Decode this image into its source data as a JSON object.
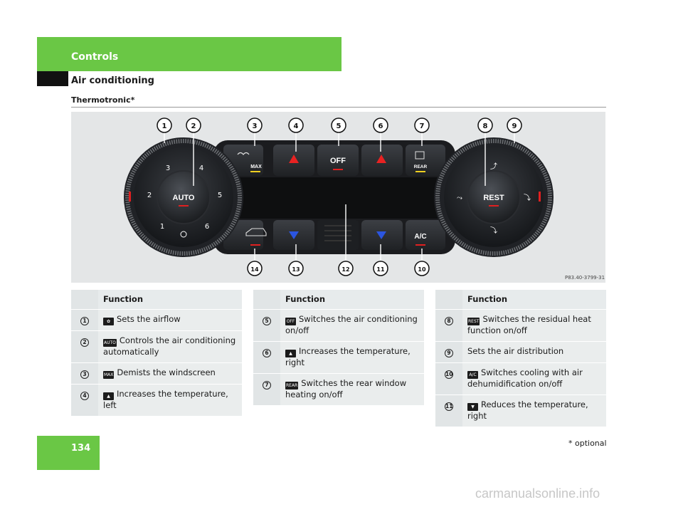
{
  "header": {
    "chapter": "Controls",
    "section": "Air conditioning",
    "subsection": "Thermotronic*"
  },
  "figure": {
    "reference": "P83.40-3799-31",
    "callouts": [
      "1",
      "2",
      "3",
      "4",
      "5",
      "6",
      "7",
      "8",
      "9",
      "10",
      "11",
      "12",
      "13",
      "14"
    ],
    "left_dial": {
      "center_label": "AUTO",
      "numbers": [
        "1",
        "2",
        "3",
        "4",
        "5",
        "6"
      ]
    },
    "right_dial": {
      "center_label": "REST"
    },
    "buttons": {
      "max": "MAX",
      "off": "OFF",
      "rear": "REAR",
      "ac": "A/C"
    },
    "colors": {
      "indicator_red": "#e02020",
      "indicator_yellow": "#f0d020",
      "arrow_red": "#e82222",
      "arrow_blue": "#2b55e0"
    }
  },
  "tables": [
    {
      "header": "Function",
      "rows": [
        {
          "num": "1",
          "key": "fan",
          "text": "Sets the airflow"
        },
        {
          "num": "2",
          "key": "AUTO",
          "text": "Controls the air conditioning automatically"
        },
        {
          "num": "3",
          "key": "MAX",
          "text": "Demists the windscreen"
        },
        {
          "num": "4",
          "key": "▲",
          "text": "Increases the temperature, left"
        }
      ]
    },
    {
      "header": "Function",
      "rows": [
        {
          "num": "5",
          "key": "OFF",
          "text": "Switches the air conditioning on/off"
        },
        {
          "num": "6",
          "key": "▲",
          "text": "Increases the temperature, right"
        },
        {
          "num": "7",
          "key": "REAR",
          "text": "Switches the rear window heating on/off"
        }
      ]
    },
    {
      "header": "Function",
      "rows": [
        {
          "num": "8",
          "key": "REST",
          "text": "Switches the residual heat function on/off"
        },
        {
          "num": "9",
          "key": "",
          "text": "Sets the air distribution"
        },
        {
          "num": "10",
          "key": "A/C",
          "text": "Switches cooling with air dehumidification on/off"
        },
        {
          "num": "11",
          "key": "▼",
          "text": "Reduces the temperature, right"
        }
      ]
    }
  ],
  "footer": {
    "page_number": "134",
    "optional_note": "* optional",
    "watermark": "carmanualsonline.info"
  }
}
